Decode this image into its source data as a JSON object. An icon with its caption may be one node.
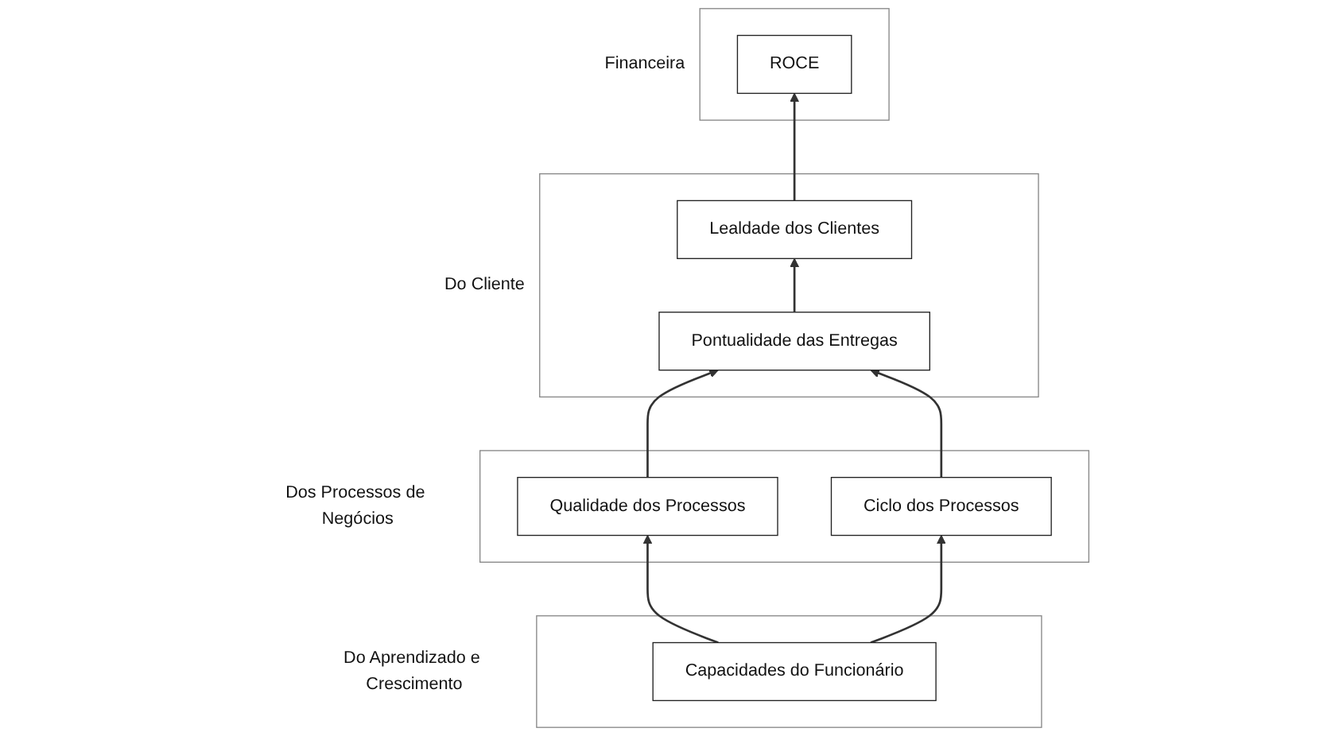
{
  "diagram": {
    "nodes": [
      {
        "text": [
          "Financeira"
        ]
      },
      {
        "text": [
          "ROCE"
        ],
        "in": 0
      },
      {
        "text": [
          "Do Cliente"
        ]
      },
      {
        "text": [
          "Lealdade dos Clientes"
        ],
        "in": 2
      },
      {
        "text": [
          "Pontualidade das Entregas"
        ],
        "in": 2
      },
      {
        "text": [
          "Dos Processos de Negócios"
        ]
      },
      {
        "text": [
          "Qualidade dos Processos"
        ],
        "in": 5
      },
      {
        "text": [
          "Ciclo dos Processos"
        ],
        "in": 5
      },
      {
        "text": [
          "Do Aprendizado e Crescimento"
        ]
      },
      {
        "text": [
          "Capacidades do Funcionário"
        ],
        "in": 8
      }
    ],
    "edges": [
      {
        "from": 9,
        "to": 6,
        "arrow": "to"
      },
      {
        "from": 9,
        "to": 7,
        "arrow": "to"
      },
      {
        "from": 6,
        "to": 4,
        "arrow": "to"
      },
      {
        "from": 7,
        "to": 4,
        "arrow": "to"
      },
      {
        "from": 4,
        "to": 3,
        "arrow": "to"
      },
      {
        "from": 3,
        "to": 1,
        "arrow": "to"
      }
    ]
  }
}
